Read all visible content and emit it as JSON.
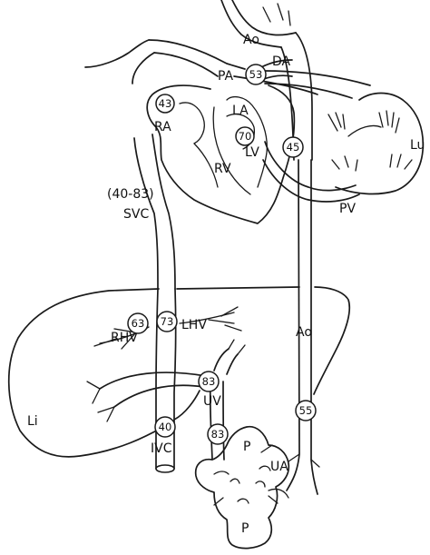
{
  "labels": {
    "ao_top": "Ao",
    "da": "DA",
    "pa": "PA",
    "ra": "RA",
    "la": "LA",
    "lv": "LV",
    "rv": "RV",
    "lu": "Lu",
    "pv": "PV",
    "svc_range": "(40-83)",
    "svc": "SVC",
    "rhv": "RHV",
    "lhv": "LHV",
    "ao_lower": "Ao",
    "uv": "UV",
    "li": "Li",
    "ivc": "IVC",
    "p_upper": "P",
    "p_lower": "P",
    "ua": "UA"
  },
  "saturations": {
    "pa": "53",
    "ra": "43",
    "lv": "70",
    "ao": "45",
    "rhv": "63",
    "lhv": "73",
    "uv_upper": "83",
    "desc_ao": "55",
    "ivc": "40",
    "uv_lower": "83"
  }
}
